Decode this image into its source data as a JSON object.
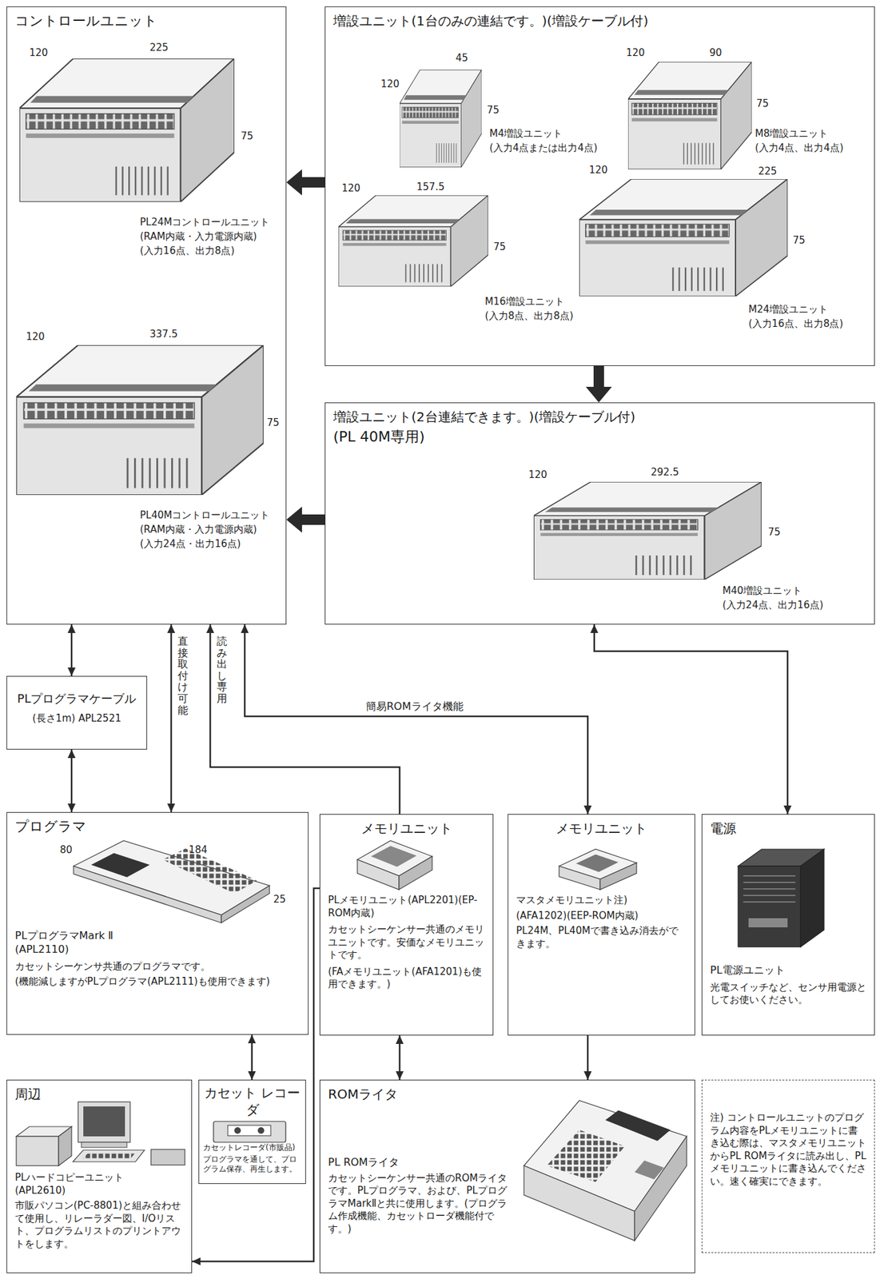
{
  "diagram": {
    "nodes": [
      {
        "text": [
          "コントロールユニット"
        ]
      },
      {
        "text": [
          "増設ユニット(1台のみの連結です。)(増設ケーブル付)"
        ]
      },
      {
        "text": [
          "増設ユニット(2台連結できます。)(増設ケーブル付)",
          "(PL 40M専用)"
        ]
      },
      {
        "text": [
          "PLプログラマケーブル",
          "(長さ1m) APL2521"
        ]
      },
      {
        "text": [
          "プログラマ",
          "PLプログラマMark Ⅱ",
          "(APL2110)",
          "カセットシーケンサ共通のプログラマです。",
          "(機能減しますがPLプログラマ(APL2111)も使用できます)"
        ]
      },
      {
        "text": [
          "メモリユニット",
          "PLメモリユニット(APL2201)(EP-ROM内蔵)",
          "カセットシーケンサー共通のメモリユニットです。安価なメモリユニットです。",
          "(FAメモリユニット(AFA1201)も使用できます。)"
        ]
      },
      {
        "text": [
          "メモリユニット",
          "マスタメモリユニット注)",
          "(AFA1202)(EEP-ROM内蔵)",
          "PL24M、PL40Mで書き込み消去ができます。"
        ]
      },
      {
        "text": [
          "電源",
          "PL電源ユニット",
          "光電スイッチなど、センサ用電源としてお使いください。"
        ]
      },
      {
        "text": [
          "周辺",
          "PLハードコピーユニット",
          "(APL2610)",
          "市販パソコン(PC-8801)と組み合わせて使用し、リレーラダー図、I/Oリスト、プログラムリストのプリントアウトをします。"
        ]
      },
      {
        "text": [
          "カセット レコーダ",
          "カセットレコーダ(市販品)",
          "プログラマを通して、プログラム保存、再生します。"
        ]
      },
      {
        "text": [
          "ROMライタ",
          "PL ROMライタ",
          "カセットシーケンサー共通のROMライタです。PLプログラマ、および、PLプログラマMarkⅡと共に使用します。(プログラム作成機能、カセットローダ機能付です。)"
        ]
      },
      {
        "text": [
          "注) コントロールユニットのプログラム内容をPLメモリユニットに書き込む際は、マスタメモリユニットからPL ROMライタに読み出し、PLメモリユニットに書き込んでください。速く確実にできます。"
        ]
      }
    ],
    "edges": [
      {
        "from": 1,
        "to": 0,
        "arrow": "to"
      },
      {
        "from": 2,
        "to": 0,
        "arrow": "to"
      },
      {
        "from": 1,
        "to": 2,
        "arrow": "to"
      },
      {
        "from": 0,
        "to": 3,
        "arrow": "both"
      },
      {
        "from": 3,
        "to": 4,
        "arrow": "both"
      },
      {
        "from": 0,
        "to": 4,
        "arrow": "both",
        "label": "直接取付け可能"
      },
      {
        "from": 5,
        "to": 0,
        "arrow": "to",
        "label": "読み出し専用"
      },
      {
        "from": 0,
        "to": 6,
        "arrow": "both",
        "label": "簡易ROMライタ機能"
      },
      {
        "from": 2,
        "to": 7,
        "arrow": "both"
      },
      {
        "from": 4,
        "to": 9,
        "arrow": "both"
      },
      {
        "from": 5,
        "to": 10,
        "arrow": "both"
      },
      {
        "from": 6,
        "to": 10,
        "arrow": "to"
      },
      {
        "from": 5,
        "to": 8,
        "arrow": "to"
      }
    ],
    "labels": [
      "120",
      "225",
      "75",
      "PL24Mコントロールユニット",
      "(RAM内蔵・入力電源内蔵)",
      "(入力16点、出力8点)",
      "120",
      "337.5",
      "75",
      "PL40Mコントロールユニット",
      "(RAM内蔵・入力電源内蔵)",
      "(入力24点・出力16点)",
      "120",
      "45",
      "75",
      "M4増設ユニット",
      "(入力4点または出力4点)",
      "120",
      "90",
      "75",
      "M8増設ユニット",
      "(入力4点、出力4点)",
      "120",
      "157.5",
      "75",
      "M16増設ユニット",
      "(入力8点、出力8点)",
      "120",
      "225",
      "75",
      "M24増設ユニット",
      "(入力16点、出力8点)",
      "120",
      "292.5",
      "75",
      "M40増設ユニット",
      "(入力24点、出力16点)",
      "80",
      "184",
      "25"
    ]
  }
}
